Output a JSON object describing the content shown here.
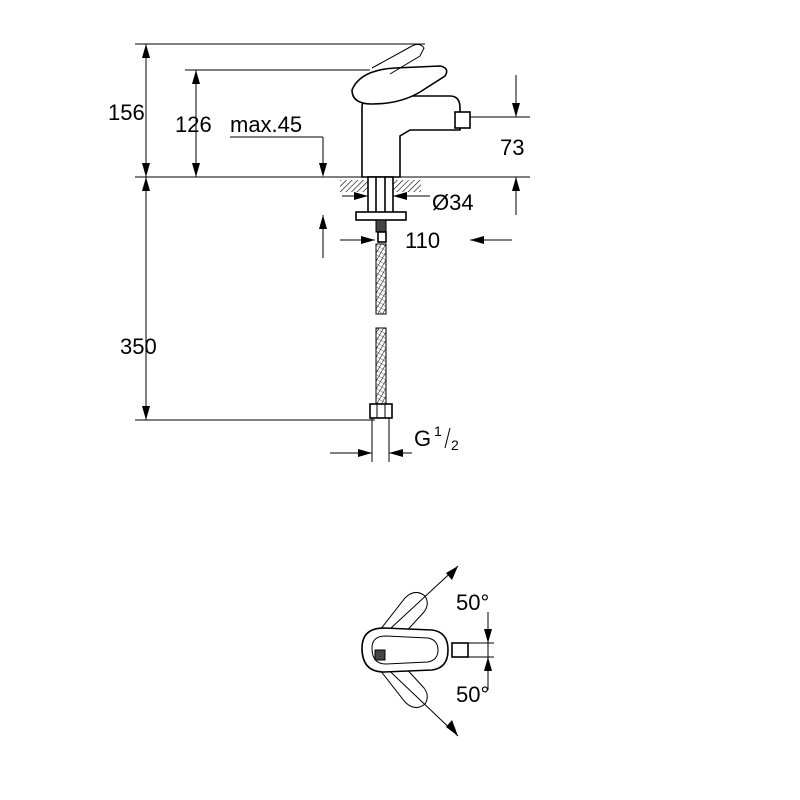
{
  "dimensions": {
    "height_total": "156",
    "height_spout": "126",
    "max_thickness": "max.45",
    "spout_height": "73",
    "hole_diameter": "Ø34",
    "reach": "110",
    "hose_length": "350",
    "thread_letter": "G",
    "thread_num": "1",
    "thread_den": "2"
  },
  "rotation": {
    "angle_upper": "50°",
    "angle_lower": "50°"
  }
}
